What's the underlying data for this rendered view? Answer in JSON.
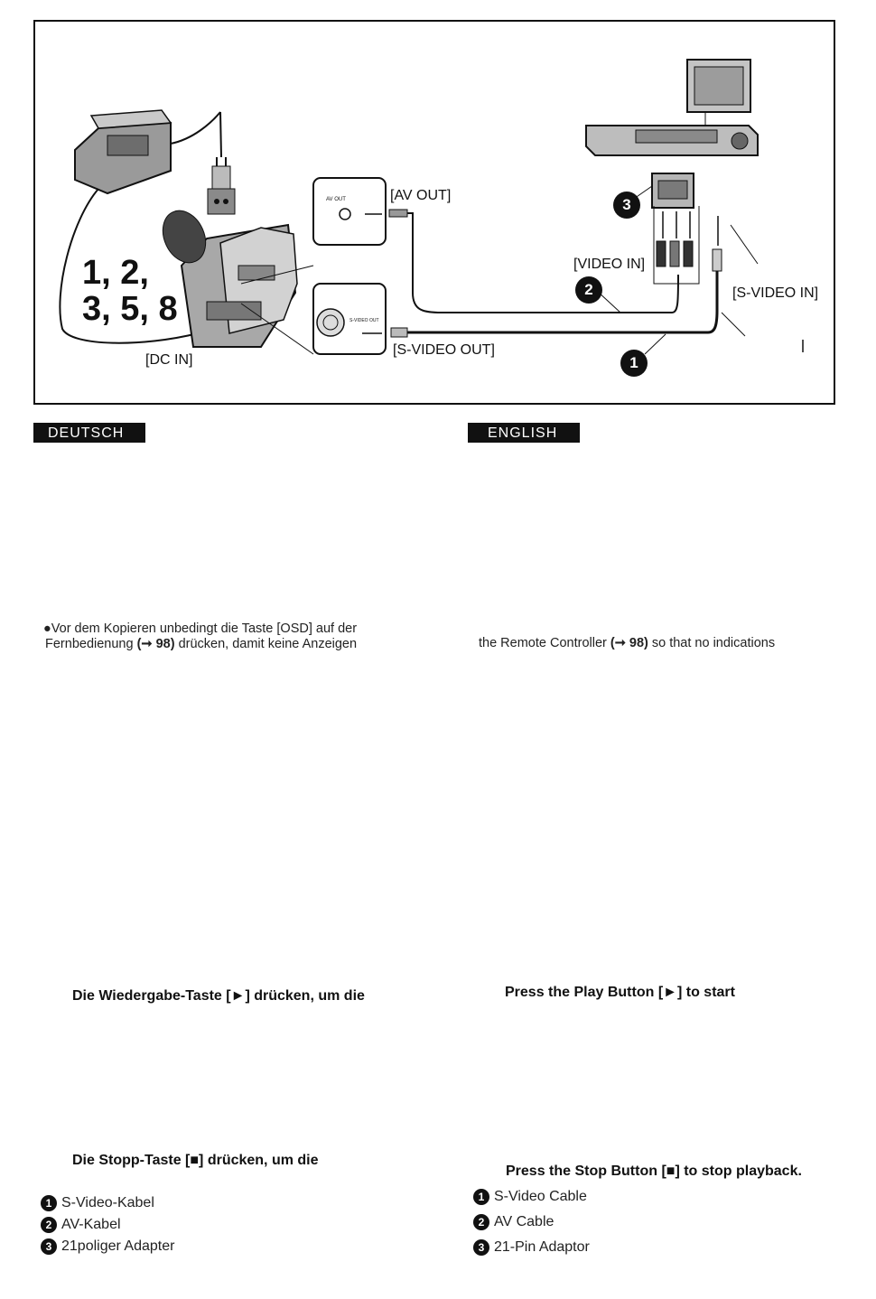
{
  "diagram": {
    "labels": {
      "av_out": "[AV OUT]",
      "video_in": "[VIDEO IN]",
      "s_video_in": "[S-VIDEO IN]",
      "s_video_out": "[S-VIDEO OUT]",
      "dc_in": "[DC IN]",
      "av_out_jack": "AV OUT",
      "s_video_out_jack": "S-VIDEO OUT"
    },
    "steps_line1": "1, 2,",
    "steps_line2": "3, 5, 8",
    "callouts": {
      "c1": "1",
      "c2": "2",
      "c3": "3"
    }
  },
  "deutsch": {
    "heading": "DEUTSCH",
    "note_line1": "●Vor dem Kopieren unbedingt die Taste [OSD] auf der",
    "note_line2_pre": "Fernbedienung ",
    "note_line2_ref": "(➞ 98)",
    "note_line2_post": " drücken, damit keine Anzeigen",
    "play_step": "Die Wiedergabe-Taste [►] drücken, um die",
    "stop_step": "Die Stopp-Taste [■] drücken, um die",
    "legend": [
      {
        "num": "1",
        "text": "S-Video-Kabel"
      },
      {
        "num": "2",
        "text": "AV-Kabel"
      },
      {
        "num": "3",
        "text": "21poliger Adapter"
      }
    ]
  },
  "english": {
    "heading": "ENGLISH",
    "note_pre": "the Remote Controller ",
    "note_ref": "(➞ 98)",
    "note_post": " so that no indications",
    "play_step": "Press the Play Button [►] to start",
    "stop_step": "Press the Stop Button [■] to stop playback.",
    "legend": [
      {
        "num": "1",
        "text": "S-Video Cable"
      },
      {
        "num": "2",
        "text": "AV Cable"
      },
      {
        "num": "3",
        "text": "21-Pin Adaptor"
      }
    ]
  }
}
